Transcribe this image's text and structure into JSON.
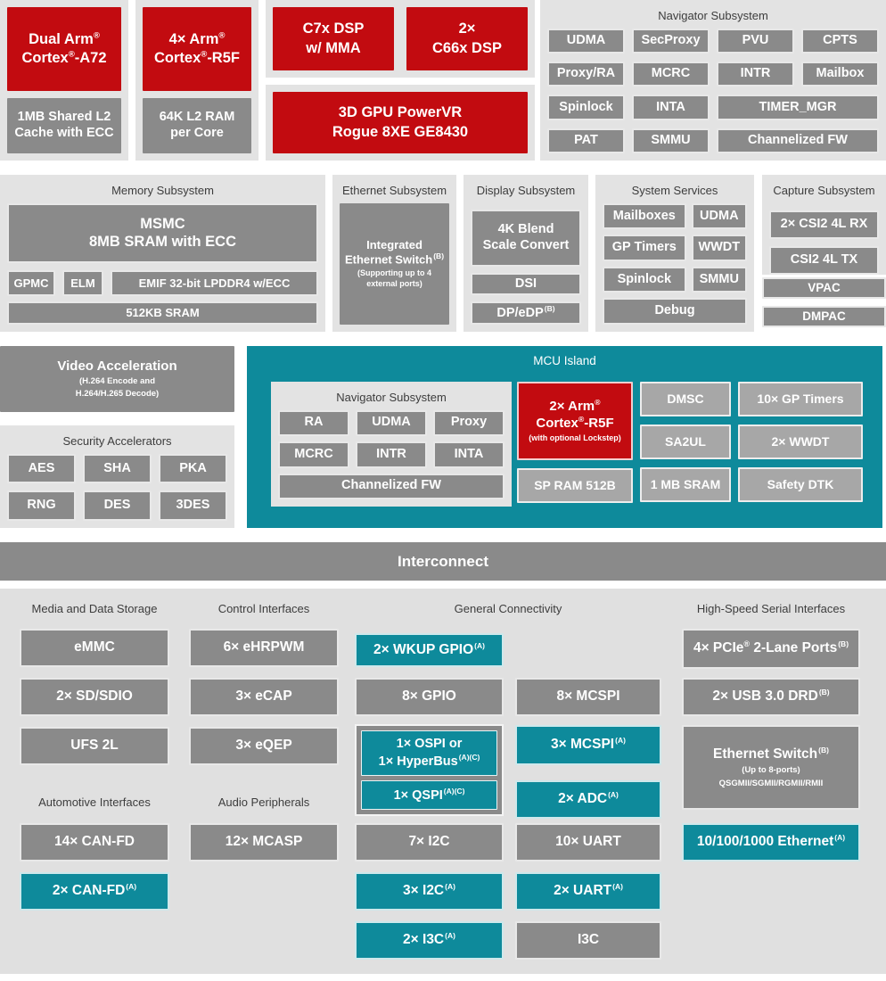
{
  "colors": {
    "red": "#c20b10",
    "teal": "#0e8a9b",
    "gray": "#8a8a8a",
    "mcu_gray": "#a7a7a7",
    "panel_bg": "#e3e3e3",
    "bottom_panel_bg": "#e0e0e0",
    "title_text": "#3d3d3d",
    "block_text": "#ffffff"
  },
  "row1": {
    "a72": [
      {
        "style": "red big",
        "lines": [
          "Dual Arm®",
          "Cortex®-A72"
        ],
        "name": "dual-arm-cortex-a72"
      },
      {
        "style": "gray",
        "lines": [
          "1MB Shared L2",
          "Cache with ECC"
        ],
        "name": "l2-cache"
      }
    ],
    "r5f": [
      {
        "style": "red big",
        "lines": [
          "4× Arm®",
          "Cortex®-R5F"
        ],
        "name": "quad-cortex-r5f"
      },
      {
        "style": "gray",
        "lines": [
          "64K L2 RAM",
          "per Core"
        ],
        "name": "l2-ram-per-core"
      }
    ],
    "dsp": [
      {
        "style": "red big",
        "lines": [
          "C7x DSP",
          "w/ MMA"
        ],
        "name": "c7x-dsp"
      },
      {
        "style": "red big",
        "lines": [
          "2×",
          "C66x DSP"
        ],
        "name": "c66x-dsp"
      }
    ],
    "gpu": [
      {
        "style": "red big",
        "lines": [
          "3D GPU PowerVR",
          "Rogue 8XE GE8430"
        ],
        "name": "3d-gpu"
      }
    ],
    "nav": {
      "title": "Navigator Subsystem",
      "items": [
        "UDMA",
        "SecProxy",
        "PVU",
        "CPTS",
        "Proxy/RA",
        "MCRC",
        "INTR",
        "Mailbox",
        "Spinlock",
        "INTA",
        "TIMER_MGR",
        "PAT",
        "SMMU",
        "Channelized FW"
      ]
    }
  },
  "row2": {
    "memory": {
      "title": "Memory Subsystem",
      "main": {
        "lines": [
          "MSMC",
          "8MB SRAM with ECC"
        ]
      },
      "row": [
        "GPMC",
        "ELM",
        "EMIF 32-bit LPDDR4 w/ECC"
      ],
      "bottom": {
        "label": "512KB SRAM"
      }
    },
    "ethernet": {
      "title": "Ethernet Subsystem",
      "switch": {
        "lines": [
          "Integrated",
          "Ethernet Switch"
        ],
        "sup": "(B)",
        "sub": [
          "(Supporting up to 4",
          "external ports)"
        ]
      }
    },
    "display": {
      "title": "Display Subsystem",
      "items": [
        {
          "lines": [
            "4K Blend",
            "Scale Convert"
          ]
        },
        {
          "label": "DSI"
        },
        {
          "label": "DP/eDP",
          "sup": "(B)"
        }
      ]
    },
    "system": {
      "title": "System Services",
      "items": [
        "Mailboxes",
        "UDMA",
        "GP Timers",
        "WWDT",
        "Spinlock",
        "SMMU",
        "Debug"
      ]
    },
    "capture": {
      "title": "Capture Subsystem",
      "items": [
        "2× CSI2 4L RX",
        "CSI2 4L TX"
      ],
      "vpac": {
        "label": "VPAC"
      },
      "dmpac": {
        "label": "DMPAC"
      }
    }
  },
  "row3": {
    "video": {
      "lines": [
        "Video Acceleration"
      ],
      "sub": [
        "(H.264 Encode and",
        "H.264/H.265 Decode)"
      ]
    },
    "security": {
      "title": "Security Accelerators",
      "items": [
        "AES",
        "SHA",
        "PKA",
        "RNG",
        "DES",
        "3DES"
      ]
    },
    "mcu": {
      "title": "MCU Island",
      "nav": {
        "title": "Navigator Subsystem",
        "items": [
          "RA",
          "UDMA",
          "Proxy",
          "MCRC",
          "INTR",
          "INTA",
          "Channelized FW"
        ]
      },
      "r5f": {
        "lines": [
          "2× Arm®",
          "Cortex®-R5F"
        ],
        "sub": [
          "(with optional Lockstep)"
        ]
      },
      "spram": {
        "label": "SP RAM 512B"
      },
      "col3": [
        "DMSC",
        "SA2UL",
        "1 MB SRAM"
      ],
      "col4": [
        "10× GP Timers",
        "2× WWDT",
        "Safety DTK"
      ]
    }
  },
  "interconnect": "Interconnect",
  "bottom": {
    "headers": {
      "media": "Media and Data Storage",
      "control": "Control Interfaces",
      "general": "General Connectivity",
      "hss": "High-Speed Serial Interfaces",
      "auto": "Automotive Interfaces",
      "audio": "Audio Peripherals"
    },
    "blocks": {
      "emmc": {
        "label": "eMMC"
      },
      "sd": {
        "label": "2× SD/SDIO"
      },
      "ufs": {
        "label": "UFS 2L"
      },
      "canfd14": {
        "label": "14× CAN-FD"
      },
      "canfd2": {
        "style": "teal",
        "label": "2× CAN-FD",
        "sup": "(A)"
      },
      "ehrpwm": {
        "label": "6× eHRPWM"
      },
      "ecap": {
        "label": "3× eCAP"
      },
      "eqep": {
        "label": "3× eQEP"
      },
      "mcasp": {
        "label": "12× MCASP"
      },
      "wkup": {
        "style": "teal",
        "label": "2× WKUP GPIO",
        "sup": "(A)"
      },
      "gpio8": {
        "label": "8× GPIO"
      },
      "ospi": {
        "style": "teal",
        "lines": [
          "1× OSPI or",
          "1× HyperBus"
        ],
        "sup": "(A)(C)"
      },
      "qspi": {
        "style": "teal",
        "label": "1× QSPI",
        "sup": "(A)(C)"
      },
      "i2c7": {
        "label": "7× I2C"
      },
      "i2c3": {
        "style": "teal",
        "label": "3× I2C",
        "sup": "(A)"
      },
      "i3c2": {
        "style": "teal",
        "label": "2× I3C",
        "sup": "(A)"
      },
      "mcspi8": {
        "label": "8× MCSPI"
      },
      "mcspi3": {
        "style": "teal",
        "label": "3× MCSPI",
        "sup": "(A)"
      },
      "adc": {
        "style": "teal",
        "label": "2× ADC",
        "sup": "(A)"
      },
      "uart10": {
        "label": "10× UART"
      },
      "uart2": {
        "style": "teal",
        "label": "2× UART",
        "sup": "(A)"
      },
      "i3c": {
        "label": "I3C"
      },
      "pcie": {
        "label": "4× PCIe® 2-Lane Ports",
        "sup": "(B)"
      },
      "usb": {
        "label": "2× USB 3.0 DRD",
        "sup": "(B)"
      },
      "ethsw": {
        "label": "Ethernet Switch",
        "sup": "(B)",
        "sub": [
          "(Up to 8-ports)",
          "QSGMII/SGMII/RGMII/RMII"
        ]
      },
      "eth": {
        "style": "teal",
        "label": "10/100/1000 Ethernet",
        "sup": "(A)"
      }
    }
  }
}
